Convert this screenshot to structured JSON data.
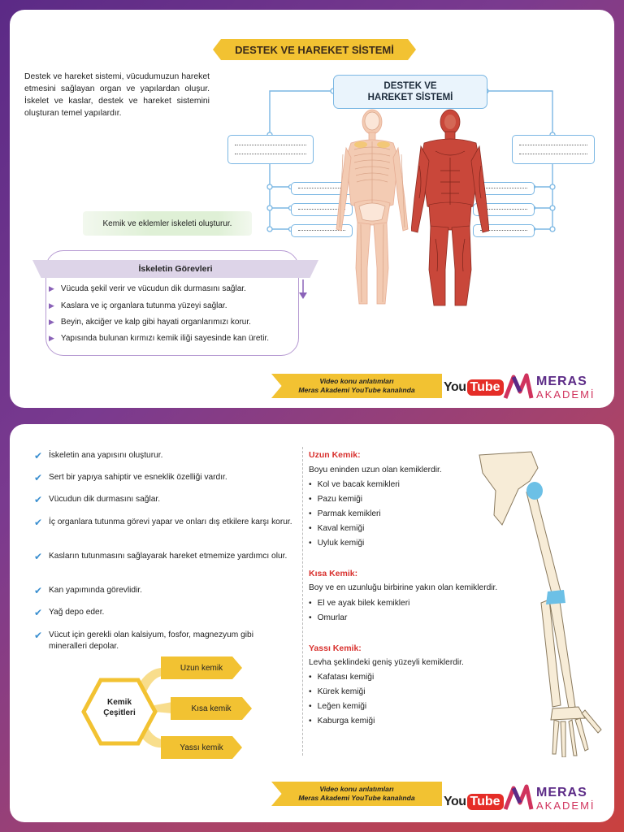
{
  "page1": {
    "title": "DESTEK VE HAREKET SİSTEMİ",
    "intro": "Destek ve hareket sistemi, vücudumuzun hareket etmesini sağlayan organ ve yapılardan oluşur. İskelet ve kaslar, destek ve hareket sistemini oluşturan temel yapılardır.",
    "diagram_title": "DESTEK VE\nHAREKET SİSTEMİ",
    "bone_note": "Kemik ve eklemler iskeleti oluşturur.",
    "duties_title": "İskeletin Görevleri",
    "duties": [
      "Vücuda şekil verir ve vücudun dik durmasını sağlar.",
      "Kaslara ve iç organlara tutunma yüzeyi sağlar.",
      "Beyin, akciğer ve kalp gibi hayati organlarımızı korur.",
      "Yapısında bulunan kırmızı kemik iliği sayesinde kan üretir."
    ]
  },
  "footer": {
    "video_text": "Video konu anlatımları\nMeras Akademi YouTube kanalında",
    "youtube_you": "You",
    "youtube_tube": "Tube",
    "brand_top": "MERAS",
    "brand_bottom": "AKADEMİ"
  },
  "page2": {
    "checks": [
      "İskeletin ana yapısını oluşturur.",
      "Sert bir yapıya sahiptir ve esneklik özelliği vardır.",
      "Vücudun dik durmasını sağlar.",
      "İç organlara tutunma görevi yapar ve onları dış etkilere karşı korur.",
      "Kasların tutunmasını sağlayarak hareket etmemize yardımcı olur.",
      "Kan yapımında görevlidir.",
      "Yağ depo eder.",
      "Vücut için gerekli olan kalsiyum, fosfor, magnezyum gibi mineralleri depolar."
    ],
    "bone_types_label": "Kemik\nÇeşitleri",
    "bone_types": [
      "Uzun kemik",
      "Kısa kemik",
      "Yassı kemik"
    ],
    "long_title": "Uzun Kemik:",
    "long_desc": "Boyu eninden uzun olan kemiklerdir.",
    "long_items": [
      "Kol ve bacak kemikleri",
      "Pazu kemiği",
      "Parmak kemikleri",
      "Kaval kemiği",
      "Uyluk kemiği"
    ],
    "short_title": "Kısa Kemik:",
    "short_desc": "Boy ve en uzunluğu birbirine yakın olan kemiklerdir.",
    "short_items": [
      "El ve ayak bilek kemikleri",
      "Omurlar"
    ],
    "flat_title": "Yassı Kemik:",
    "flat_desc": "Levha şeklindeki geniş yüzeyli kemiklerdir.",
    "flat_items": [
      "Kafatası kemiği",
      "Kürek kemiği",
      "Leğen kemiği",
      "Kaburga kemiği"
    ]
  },
  "colors": {
    "accent_yellow": "#f2c232",
    "accent_purple": "#5b2a86",
    "accent_red": "#d8302d",
    "check_blue": "#3a8fd0"
  }
}
